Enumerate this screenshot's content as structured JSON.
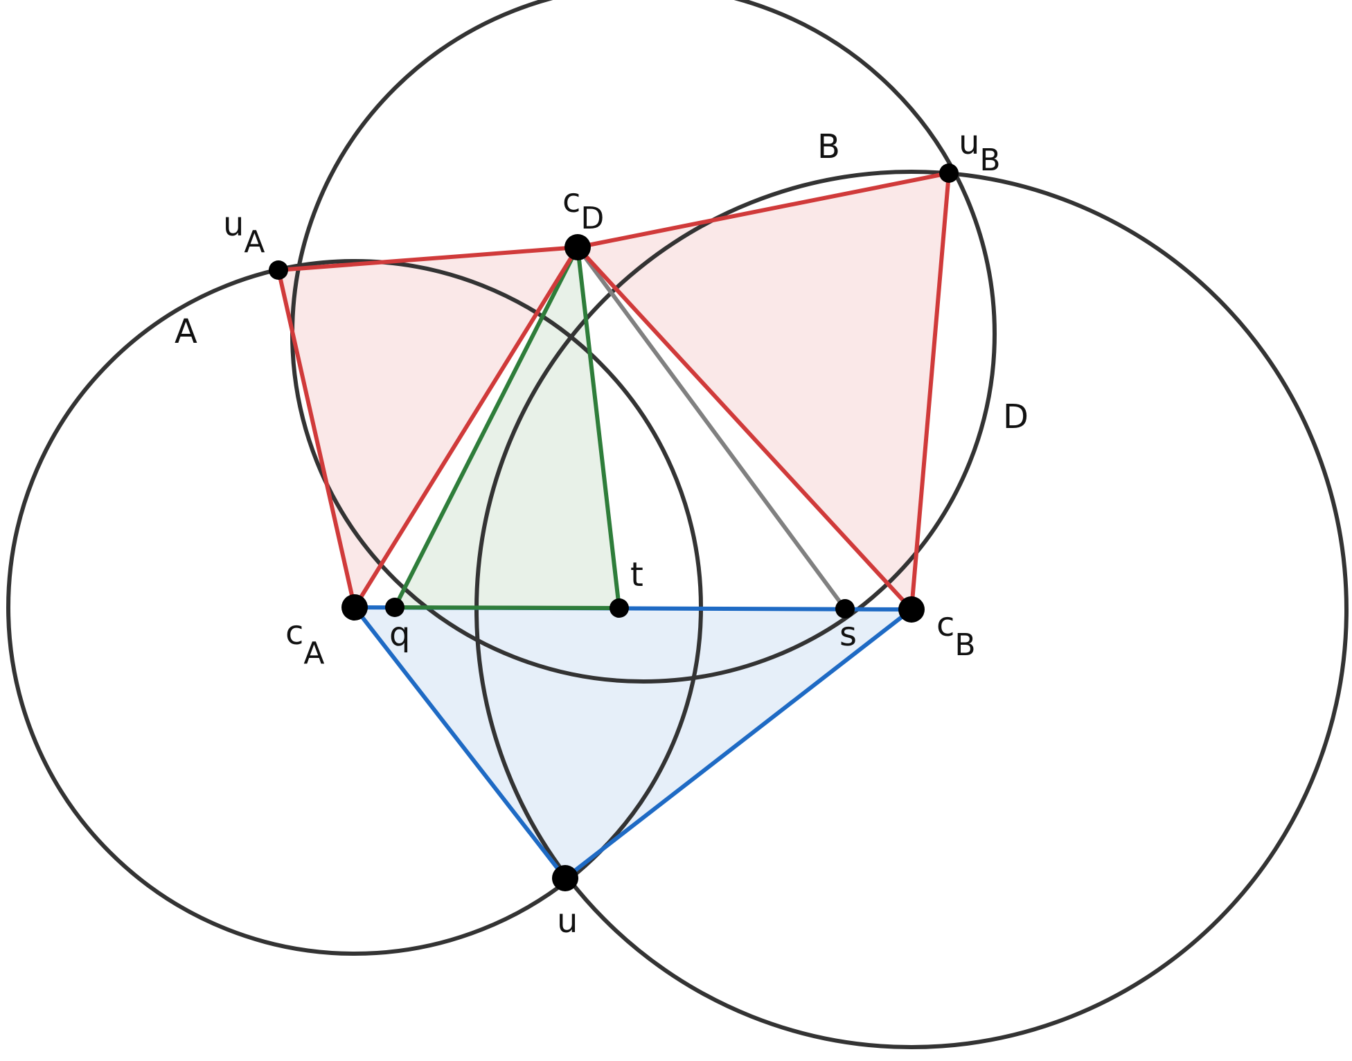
{
  "colors": {
    "circle": "#333333",
    "red": "#d03a3a",
    "red_fill": "#fae8e8",
    "green": "#2e7d3a",
    "green_fill": "#e8f1e8",
    "blue": "#1e6ac4",
    "blue_fill": "#e6eff9",
    "gray": "#808080",
    "point": "#000000"
  },
  "labels": {
    "circle_A": "A",
    "circle_B": "B",
    "circle_D": "D",
    "point_uA": {
      "main": "u",
      "sub": "A"
    },
    "point_uB": {
      "main": "u",
      "sub": "B"
    },
    "point_cD": {
      "main": "c",
      "sub": "D"
    },
    "point_cA": {
      "main": "c",
      "sub": "A"
    },
    "point_cB": {
      "main": "c",
      "sub": "B"
    },
    "point_q": "q",
    "point_t": "t",
    "point_s": "s",
    "point_u": "u"
  }
}
